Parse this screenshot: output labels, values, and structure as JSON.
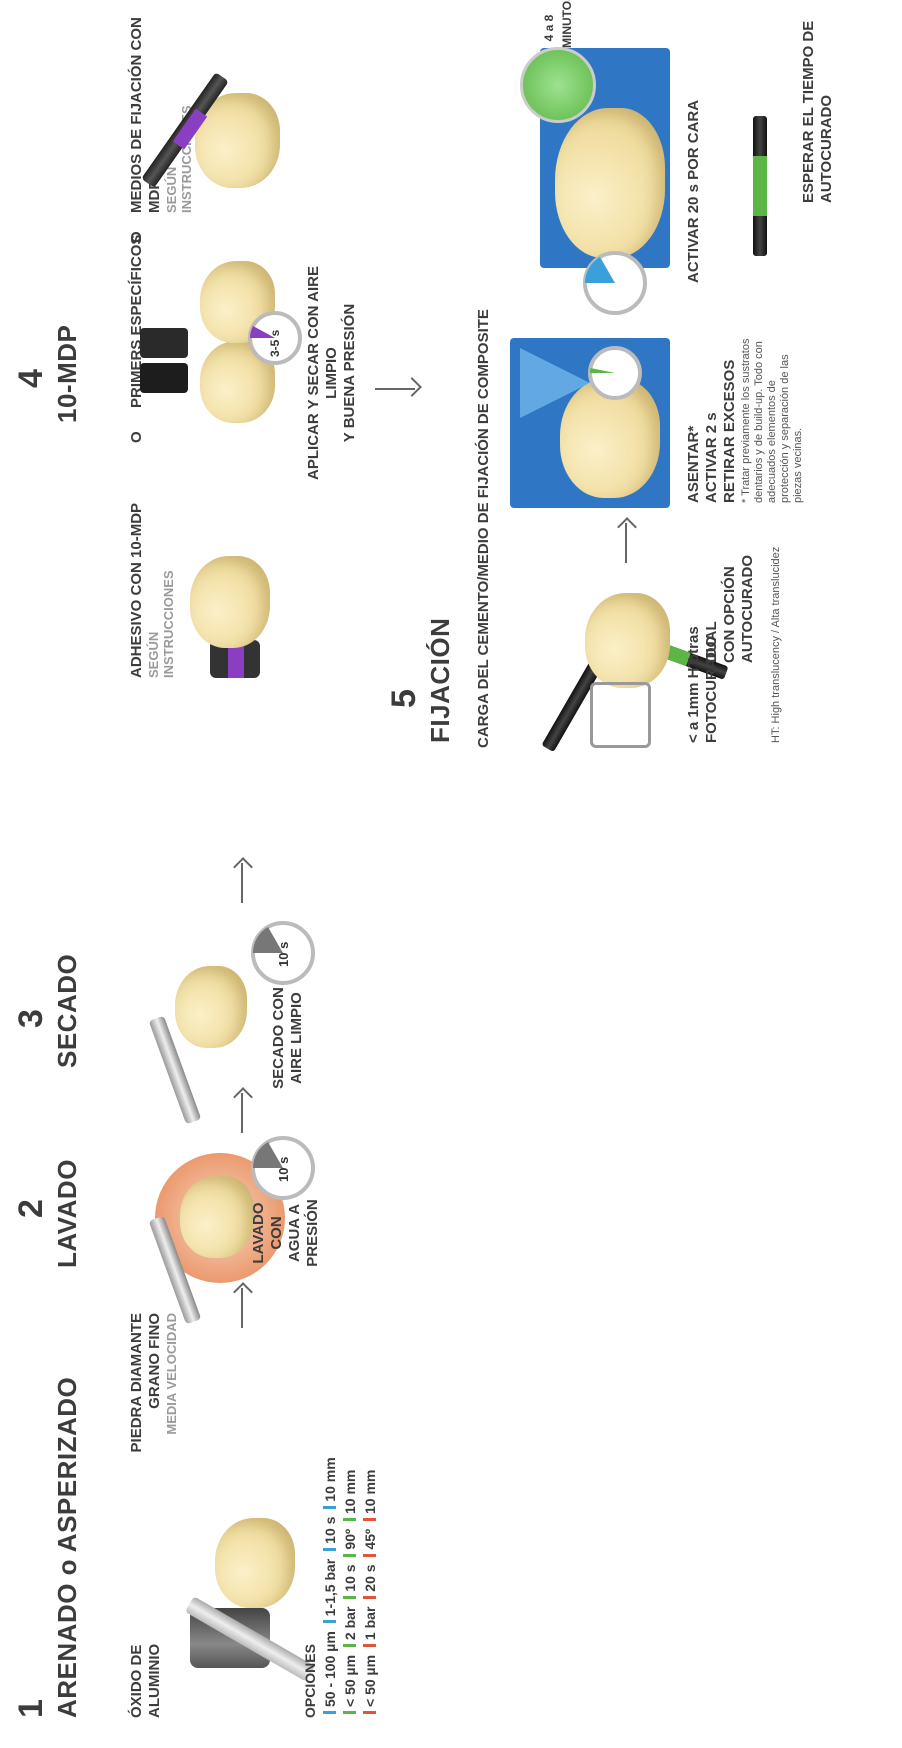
{
  "steps": {
    "s1": {
      "number": "1",
      "title": "ARENADO o ASPERIZADO"
    },
    "s2": {
      "number": "2",
      "title": "LAVADO"
    },
    "s3": {
      "number": "3",
      "title": "SECADO"
    },
    "s4": {
      "number": "4",
      "title": "10-MDP"
    },
    "s5": {
      "number": "5",
      "title": "FIJACIÓN"
    }
  },
  "step1": {
    "oxide_line1": "ÓXIDO DE",
    "oxide_line2": "ALUMINIO",
    "diamond_line1": "PIEDRA DIAMANTE",
    "diamond_line2": "GRANO FINO",
    "diamond_sub": "MEDIA VELOCIDAD",
    "options_title": "OPCIONES",
    "options": [
      {
        "a": "50 - 100 µm",
        "b": "1-1,5 bar",
        "c": "10 s",
        "d": "10 mm",
        "color": "#3aa0dc"
      },
      {
        "a": "< 50 µm",
        "b": "2 bar",
        "c": "10 s",
        "d": "90º",
        "e": "10 mm",
        "color": "#5cb646"
      },
      {
        "a": "< 50 µm",
        "b": "1 bar",
        "c": "20 s",
        "d": "45º",
        "e": "10 mm",
        "color": "#e2553b"
      }
    ]
  },
  "step2": {
    "label_line1": "LAVADO CON",
    "label_line2": "AGUA A",
    "label_line3": "PRESIÓN",
    "timer": "10 s"
  },
  "step3": {
    "label_line1": "SECADO CON",
    "label_line2": "AIRE LIMPIO",
    "timer": "10 s"
  },
  "step4": {
    "adhesive_line1": "ADHESIVO CON 10-MDP",
    "adhesive_sub1": "SEGÚN",
    "adhesive_sub2": "INSTRUCCIONES",
    "or1": "O",
    "primers": "PRIMERS ESPECÍFICOS",
    "or2": "O",
    "cement_line1": "MEDIOS DE FIJACIÓN CON MDP",
    "cement_sub1": "SEGÚN",
    "cement_sub2": "INSTRUCCIONES",
    "timer": "3-5 s",
    "apply_line1": "APLICAR Y SECAR CON AIRE LIMPIO",
    "apply_line2": "Y BUENA PRESIÓN"
  },
  "step5": {
    "load_title": "CARGA DEL CEMENTO/MEDIO DE FIJACIÓN DE COMPOSITE",
    "ht_col1_line1": "< a 1mm HT",
    "ht_col1_line2": "FOTOCURADO",
    "ht_col2_line1": "otras",
    "ht_col2_line2": "DUAL",
    "ht_col2_line3": "CON OPCIÓN",
    "ht_col2_line4": "AUTOCURADO",
    "ht_note": "HT: High translucency / Alta translucidez",
    "seat_line1": "ASENTAR*",
    "seat_line2": "ACTIVAR 2 s",
    "seat_line3": "RETIRAR EXCESOS",
    "footnote_line1": "* Tratar previamente los sustratos",
    "footnote_line2": "dentarios y de build-up. Todo con",
    "footnote_line3": "adecuados elementos de",
    "footnote_line4": "protección y separación de las",
    "footnote_line5": "piezas vecinas.",
    "activate": "ACTIVAR 20 s POR CARA",
    "minutes_line1": "4 a 8",
    "minutes_line2": "MINUTOS",
    "wait_line1": "ESPERAR EL TIEMPO DE",
    "wait_line2": "AUTOCURADO"
  },
  "colors": {
    "blue": "#3aa0dc",
    "green": "#5cb646",
    "red": "#e2553b",
    "purple": "#8a3fc2",
    "tooth": "#efdc9e",
    "text": "#3c3c3c"
  }
}
